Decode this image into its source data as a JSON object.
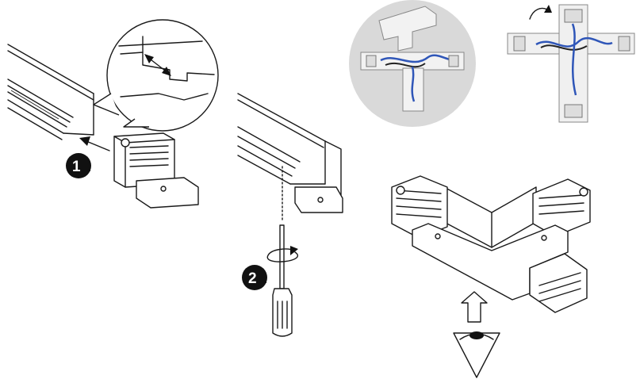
{
  "steps": [
    {
      "number": "1",
      "suffix": "."
    },
    {
      "number": "2",
      "suffix": "."
    }
  ],
  "icons": {
    "zoom": "magnifier-callout",
    "slide_arrow": "insert-arrow",
    "gap": "double-arrow",
    "screwdriver": "screwdriver-icon",
    "rotate": "rotate-arrow-icon",
    "view_up": "hollow-up-arrow-icon",
    "eye": "eye-viewpoint-icon",
    "flip": "flip-arrow-icon"
  },
  "colors": {
    "line": "#1a1a1a",
    "photo_bg": "#d9d9d9",
    "connector_body": "#f2f2f2",
    "wire_blue": "#2f56b8",
    "wire_black": "#222222"
  }
}
